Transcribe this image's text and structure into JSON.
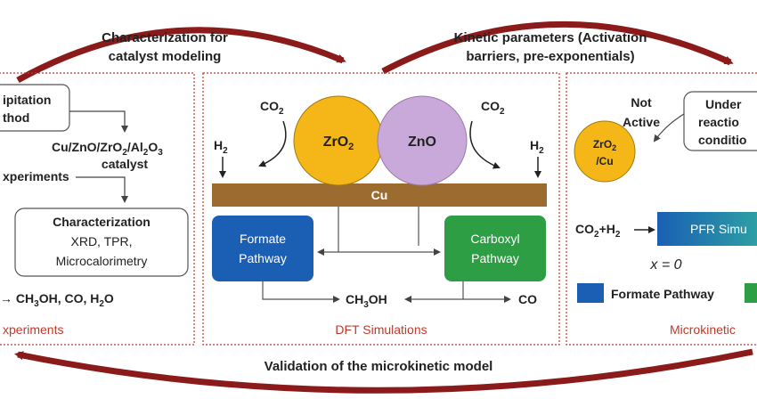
{
  "colors": {
    "arc": "#8b1a1a",
    "panel_border": "#c0392b",
    "cu_bar": "#9c6b30",
    "zro2_circle": "#f5b718",
    "zno_circle": "#c9a9d9",
    "formate_box": "#1a5fb4",
    "carboxyl_box": "#2e9e45",
    "panel_title": "#c0392b"
  },
  "top_labels": {
    "left_line1": "Characterization for",
    "left_line2": "catalyst modeling",
    "right_line1": "Kinetic parameters (Activation",
    "right_line2": "barriers, pre-exponentials)"
  },
  "bottom_label": "Validation of the microkinetic model",
  "experiments": {
    "method_line1": "ipitation",
    "method_line2": "thod",
    "catalyst_line1": "Cu/ZnO/ZrO",
    "catalyst_sub1": "2",
    "catalyst_mid": "/Al",
    "catalyst_sub2": "2",
    "catalyst_mid2": "O",
    "catalyst_sub3": "3",
    "catalyst_line2": "catalyst",
    "experiments_label": "xperiments",
    "char_title": "Characterization",
    "char_line1": "XRD, TPR,",
    "char_line2": "Microcalorimetry",
    "products": "→ CH",
    "products_sub1": "3",
    "products_mid": "OH, CO, H",
    "products_sub2": "2",
    "products_end": "O",
    "panel_title": "xperiments"
  },
  "dft": {
    "co2_left": "CO",
    "co2_left_sub": "2",
    "co2_right": "CO",
    "co2_right_sub": "2",
    "h2_left": "H",
    "h2_left_sub": "2",
    "h2_right": "H",
    "h2_right_sub": "2",
    "zro2": "ZrO",
    "zro2_sub": "2",
    "zno": "ZnO",
    "cu": "Cu",
    "formate_line1": "Formate",
    "formate_line2": "Pathway",
    "carboxyl_line1": "Carboxyl",
    "carboxyl_line2": "Pathway",
    "ch3oh": "CH",
    "ch3oh_sub": "3",
    "ch3oh_end": "OH",
    "co": "CO",
    "panel_title": "DFT Simulations"
  },
  "microkinetic": {
    "not_active_line1": "Not",
    "not_active_line2": "Active",
    "under_line1": "Under",
    "under_line2": "reactio",
    "under_line3": "conditio",
    "zro2cu_line1": "ZrO",
    "zro2cu_sub": "2",
    "zro2cu_line2": "/Cu",
    "feed": "CO",
    "feed_sub1": "2",
    "feed_mid": "+H",
    "feed_sub2": "2",
    "pfr_label": "PFR Simu",
    "x_eq": "x = 0",
    "legend_formate": "Formate Pathway",
    "panel_title": "Microkinetic"
  }
}
